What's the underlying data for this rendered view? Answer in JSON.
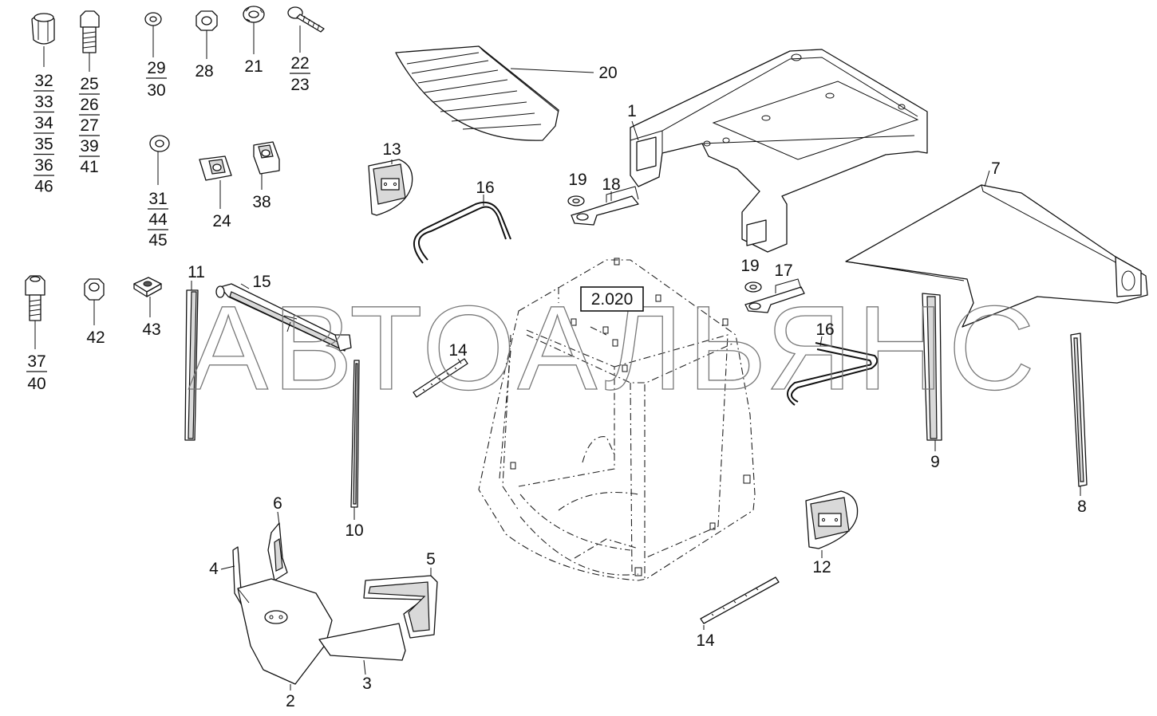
{
  "watermark": "АВТОАЛЬЯНС",
  "assembly_ref": "2.020",
  "labels": {
    "l1": "1",
    "l2": "2",
    "l3": "3",
    "l4": "4",
    "l5": "5",
    "l6": "6",
    "l7": "7",
    "l8": "8",
    "l9": "9",
    "l10": "10",
    "l11": "11",
    "l12": "12",
    "l13": "13",
    "l14a": "14",
    "l14b": "14",
    "l15": "15",
    "l16a": "16",
    "l16b": "16",
    "l17": "17",
    "l18": "18",
    "l19a": "19",
    "l19b": "19",
    "l20": "20",
    "l21": "21",
    "l24": "24",
    "l28": "28",
    "l38": "38",
    "l42": "42",
    "l43": "43"
  },
  "stacks": {
    "s1": [
      "32",
      "33",
      "34",
      "35",
      "36",
      "46"
    ],
    "s2": [
      "25",
      "26",
      "27",
      "39",
      "41"
    ],
    "s3": [
      "29",
      "30"
    ],
    "s4": [
      "22",
      "23"
    ],
    "s5": [
      "31",
      "44",
      "45"
    ],
    "s6": [
      "37",
      "40"
    ]
  }
}
